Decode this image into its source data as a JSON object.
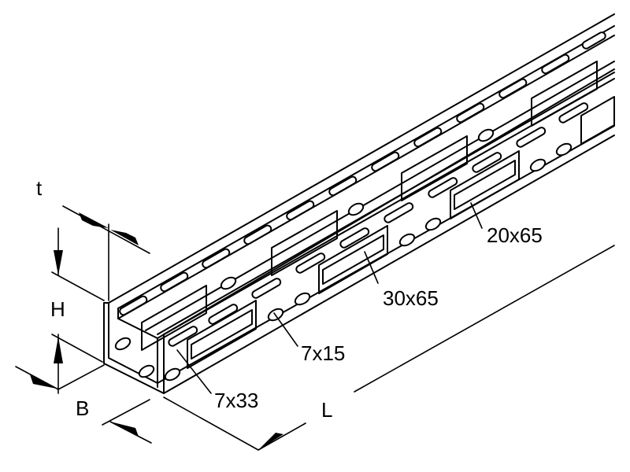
{
  "dimensions": {
    "thickness": "t",
    "height": "H",
    "width": "B",
    "length": "L"
  },
  "perforations": {
    "large_cutout_a": "20x65",
    "large_cutout_b": "30x65",
    "small_slot": "7x15",
    "long_slot": "7x33"
  },
  "colors": {
    "line": "#000000",
    "background": "#ffffff"
  }
}
